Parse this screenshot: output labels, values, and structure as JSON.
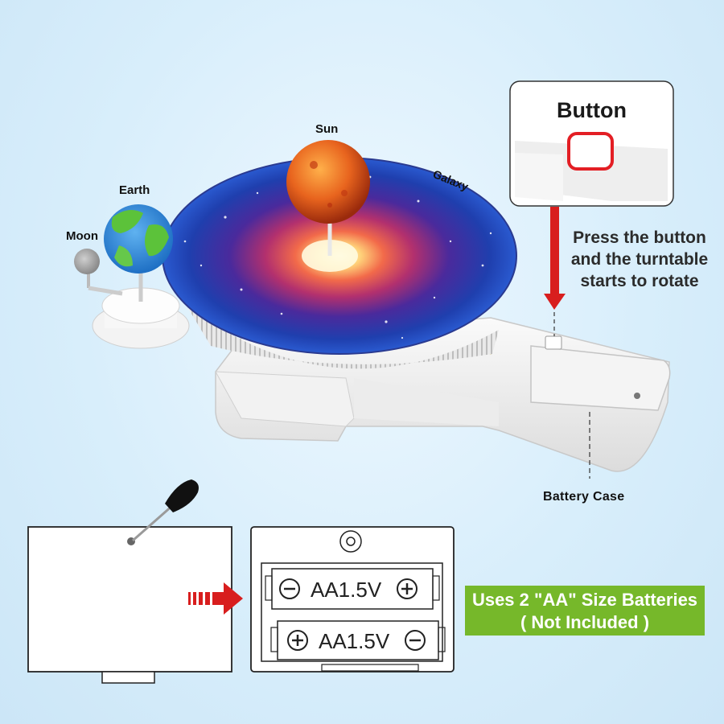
{
  "labels": {
    "sun": "Sun",
    "earth": "Earth",
    "moon": "Moon",
    "galaxy": "Galaxy",
    "battery_case": "Battery Case"
  },
  "button_callout": {
    "title": "Button",
    "instruction_lines": [
      "Press the button",
      "and the turntable",
      "starts to rotate"
    ]
  },
  "batteries": [
    {
      "label": "AA1.5V",
      "left_symbol": "minus-icon",
      "right_symbol": "plus-icon"
    },
    {
      "label": "AA1.5V",
      "left_symbol": "plus-icon",
      "right_symbol": "minus-icon"
    }
  ],
  "note": {
    "line1": "Uses 2 \"AA\" Size Batteries",
    "line2": "( Not Included )"
  },
  "colors": {
    "background": "#d6ecfa",
    "arrow_red": "#d81e1e",
    "note_green": "#76b82a",
    "sun_orange": "#e0541c",
    "earth_green": "#5cc23a",
    "earth_blue": "#3a8fd6"
  }
}
